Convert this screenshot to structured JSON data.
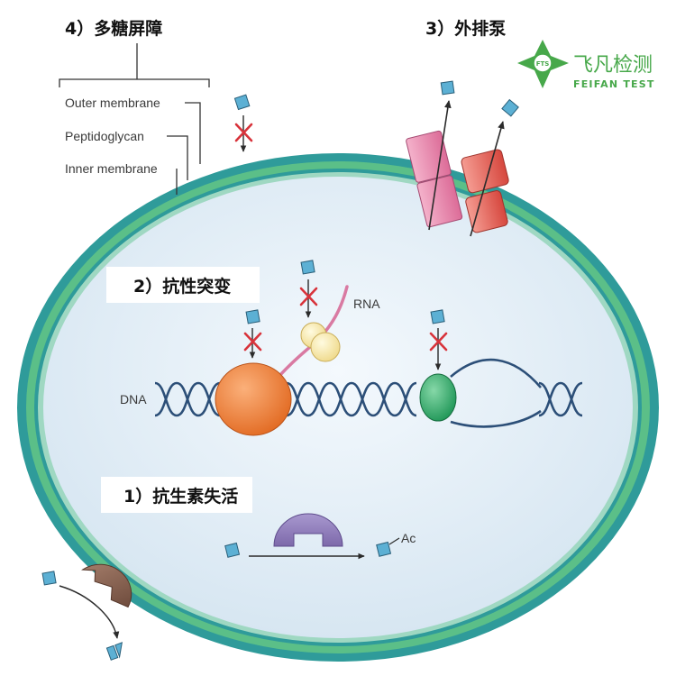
{
  "labels": {
    "polysaccharide": "4）多糖屏障",
    "efflux": "3）外排泵",
    "mutation": "2）抗性突变",
    "inactivation": "1）抗生素失活",
    "outer_membrane": "Outer membrane",
    "peptidoglycan": "Peptidoglycan",
    "inner_membrane": "Inner membrane",
    "rna": "RNA",
    "dna": "DNA",
    "acetyl": "Ac"
  },
  "logo": {
    "mark": "FTS",
    "name_cn": "飞凡检测",
    "name_en": "FEIFAN TEST"
  },
  "colors": {
    "membrane_outer": "#2f9b9a",
    "membrane_inner": "#5bbf88",
    "cytoplasm": "#e2eef7",
    "dna_strand": "#2c4f78",
    "ribosome_orange": "#ee7a32",
    "ribosome_cream": "#f5e39c",
    "polymerase_green": "#2fa86a",
    "antibiotic": "#5cb0d4",
    "block_cross": "#d8333b",
    "enzyme_purple": "#8f7cb8",
    "enzyme_brown": "#8a6452",
    "pump_pink": "#e77aa3",
    "pump_red": "#e0584e",
    "logo_green": "#47a84a"
  },
  "icons": [
    "cross-icon",
    "antibiotic-square-icon",
    "arrow-icon",
    "star-logo-icon"
  ]
}
